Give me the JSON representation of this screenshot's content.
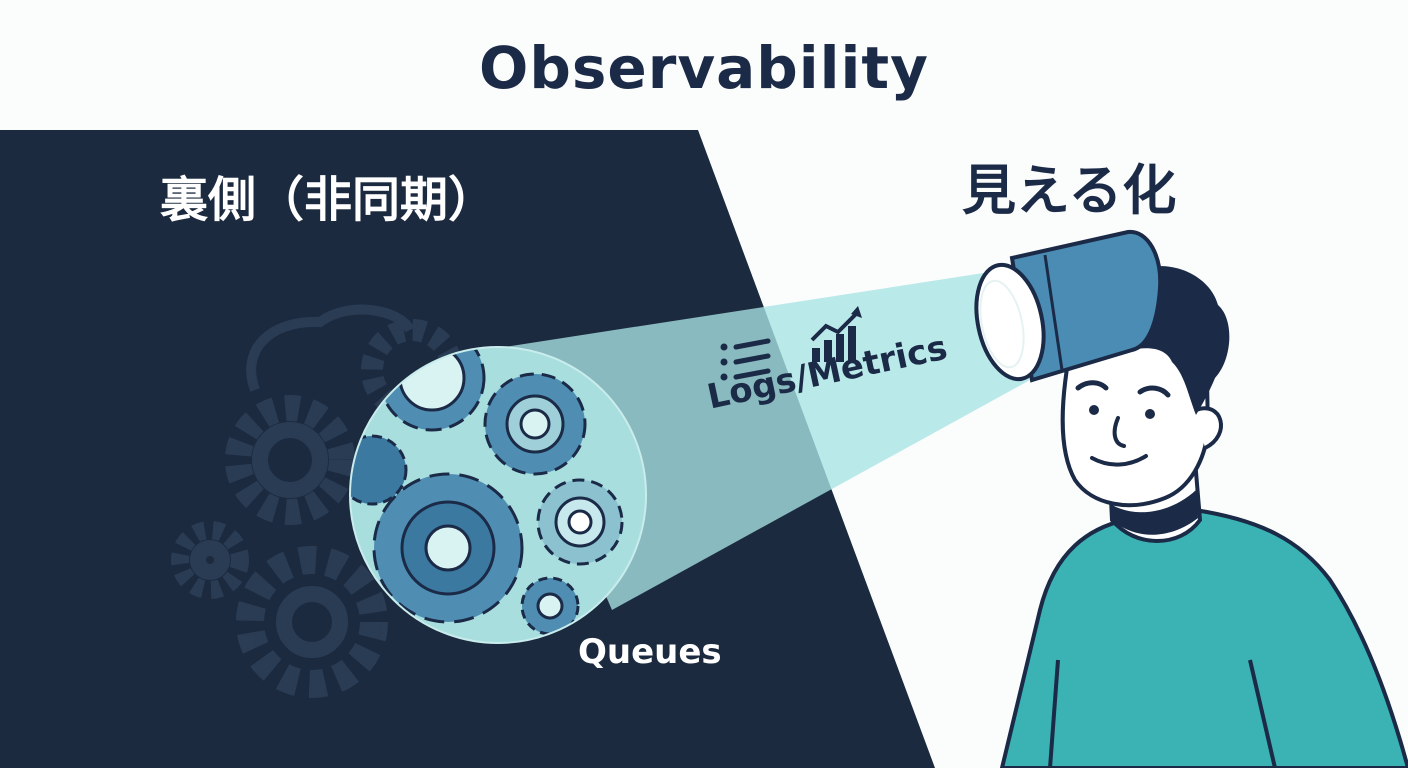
{
  "title": "Observability",
  "dark_side_label": "裏側（非同期）",
  "light_side_label": "見える化",
  "beam_label": "Logs/Metrics",
  "gears_label": "Queues",
  "icons": {
    "list": "list-icon",
    "chart": "bar-chart-icon"
  },
  "colors": {
    "dark_panel": "#1b2a3f",
    "title": "#1b2a47",
    "beam": "#a8e3e3",
    "shirt": "#3bb3b4",
    "gear_blue": "#4f8eb2",
    "flashlight": "#4a8cb3"
  }
}
